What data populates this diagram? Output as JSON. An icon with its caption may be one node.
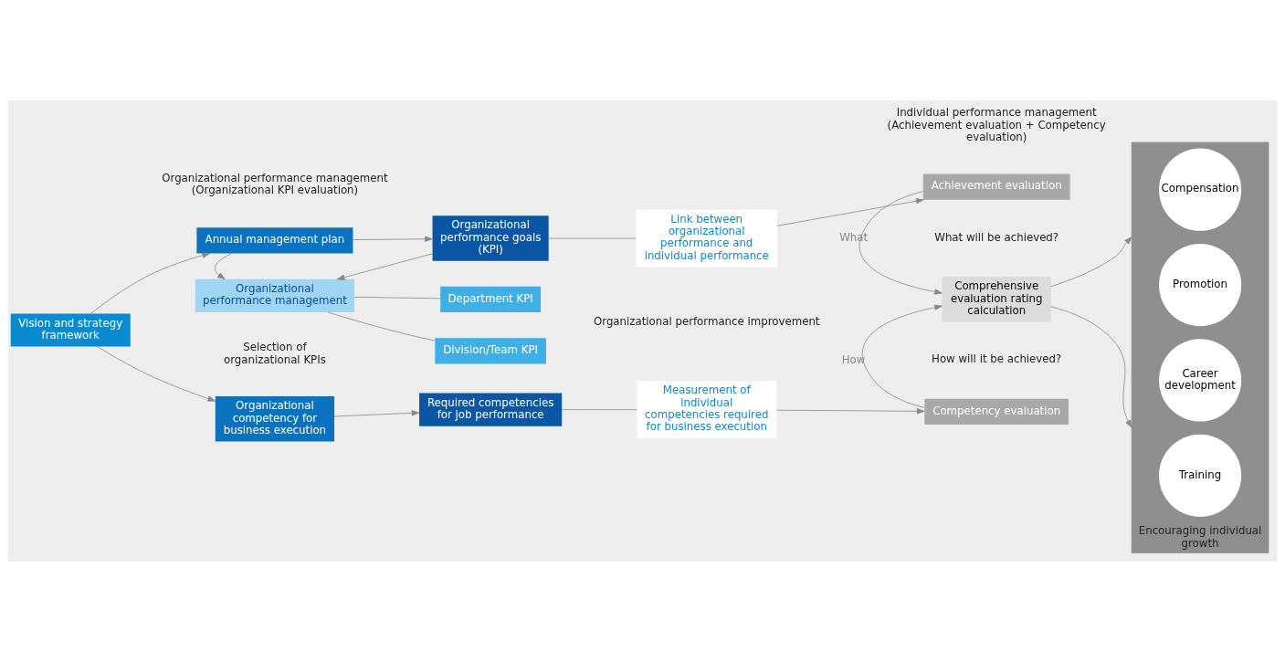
{
  "diagram": {
    "nodes": [
      {
        "text": [
          "Vision and strategy framework"
        ]
      },
      {
        "text": [
          "Annual management plan"
        ]
      },
      {
        "text": [
          "Organizational performance goals (KPI)"
        ]
      },
      {
        "text": [
          "Organizational performance management"
        ],
        "beside": [
          "Selection of organizational KPIs"
        ]
      },
      {
        "text": [
          "Department KPI"
        ]
      },
      {
        "text": [
          "Division/Team KPI"
        ]
      },
      {
        "text": [
          "Organizational competency for business execution"
        ]
      },
      {
        "text": [
          "Required competencies for job performance"
        ]
      },
      {
        "text": [
          "Link between organizational performance and individual performance"
        ]
      },
      {
        "text": [
          "Measurement of individual competencies required for business execution"
        ]
      },
      {
        "text": [
          "Achievement evaluation"
        ]
      },
      {
        "text": [
          "Comprehensive evaluation rating calculation"
        ]
      },
      {
        "text": [
          "Competency evaluation"
        ]
      },
      {
        "text": [],
        "shape": "box",
        "beside": [
          "Encouraging individual growth"
        ]
      },
      {
        "text": [
          "Compensation"
        ],
        "in": 13
      },
      {
        "text": [
          "Promotion"
        ],
        "in": 13
      },
      {
        "text": [
          "Career development"
        ],
        "in": 13
      },
      {
        "text": [
          "Training"
        ],
        "in": 13
      }
    ],
    "edges": [
      {
        "from": 0,
        "to": 1,
        "arrow": "to"
      },
      {
        "from": 0,
        "to": 6,
        "arrow": "to"
      },
      {
        "from": 1,
        "to": 2,
        "arrow": "to"
      },
      {
        "from": 1,
        "to": 3,
        "arrow": "to"
      },
      {
        "from": 2,
        "to": 3,
        "arrow": "to"
      },
      {
        "from": 3,
        "to": 4,
        "arrow": "none"
      },
      {
        "from": 3,
        "to": 5,
        "arrow": "none"
      },
      {
        "from": 6,
        "to": 7,
        "arrow": "to"
      },
      {
        "from": 2,
        "to": 8,
        "arrow": "none"
      },
      {
        "from": 8,
        "to": 10,
        "arrow": "to"
      },
      {
        "from": 7,
        "to": 9,
        "arrow": "none"
      },
      {
        "from": 9,
        "to": 12,
        "arrow": "to"
      },
      {
        "from": 10,
        "to": 11,
        "arrow": "to",
        "label": "What"
      },
      {
        "from": 12,
        "to": 11,
        "arrow": "to",
        "label": "How"
      },
      {
        "from": 11,
        "to": 13,
        "arrow": "to"
      },
      {
        "from": 11,
        "to": 13,
        "arrow": "to"
      }
    ],
    "labels": [
      "Organizational performance management (Organizational KPI evaluation)",
      "Individual performance management (Achievement evaluation + Competency evaluation)",
      "What will be achieved?",
      "How will it be achieved?",
      "Organizational performance improvement"
    ]
  }
}
